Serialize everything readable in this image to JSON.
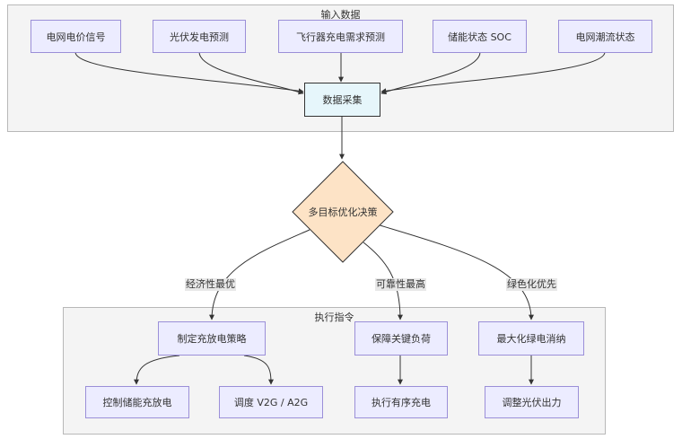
{
  "clusters": {
    "input": {
      "label": "输入数据"
    },
    "exec": {
      "label": "执行指令"
    }
  },
  "nodes": {
    "grid_price": "电网电价信号",
    "pv_forecast": "光伏发电预测",
    "aircraft_demand": "飞行器充电需求预测",
    "storage_soc": "储能状态 SOC",
    "grid_flow": "电网潮流状态",
    "data_collect": "数据采集",
    "decision": "多目标优化决策",
    "charge_strategy": "制定充放电策略",
    "protect_load": "保障关键负荷",
    "maximize_green": "最大化绿电消纳",
    "control_storage": "控制储能充放电",
    "dispatch_v2g": "调度 V2G / A2G",
    "ordered_charge": "执行有序充电",
    "adjust_pv": "调整光伏出力"
  },
  "edge_labels": {
    "economy": "经济性最优",
    "reliability": "可靠性最高",
    "green": "绿色化优先"
  },
  "colors": {
    "node_fill": "#ececff",
    "node_stroke": "#9b8fd8",
    "collect_fill": "#e6f6fb",
    "decision_fill": "#fde3c6",
    "decision_stroke": "#333333",
    "cluster_fill": "#f4f4f4",
    "edge": "#333333"
  }
}
